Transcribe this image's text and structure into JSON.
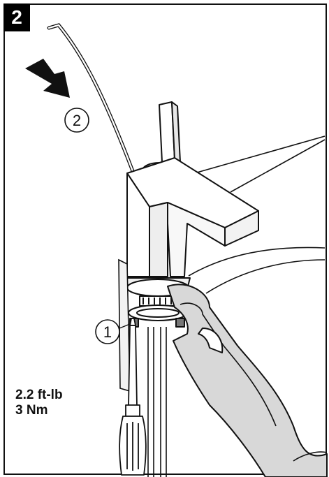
{
  "step": {
    "number": "2"
  },
  "callouts": [
    {
      "label": "1"
    },
    {
      "label": "2"
    }
  ],
  "torque": {
    "imperial": "2.2 ft-lb",
    "metric": "3 Nm"
  },
  "icons": {
    "arrow": "direction-arrow-icon",
    "tool": "screwdriver-icon",
    "wrench": "wrench-icon"
  },
  "colors": {
    "line": "#111111",
    "fill_light": "#f2f2f2",
    "fill_mid": "#d8d8d8",
    "badge": "#000000"
  }
}
